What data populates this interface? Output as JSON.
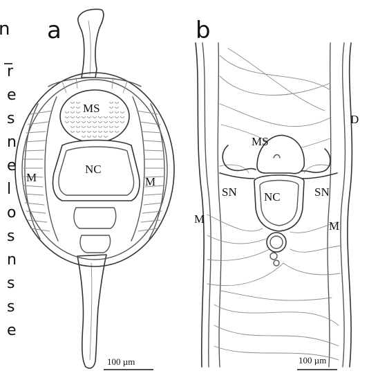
{
  "edge_fragment": {
    "top_char": "n",
    "right_col": [
      "r",
      "e",
      "s",
      "n",
      "e",
      "l",
      "o",
      "s",
      "n",
      "s",
      "s",
      "e"
    ]
  },
  "panel_a": {
    "letter": "a",
    "labels": {
      "ms": "MS",
      "nc": "NC",
      "m_left": "M",
      "m_right": "M"
    },
    "scale_bar": "100 µm"
  },
  "panel_b": {
    "letter": "b",
    "labels": {
      "ms": "MS",
      "nc": "NC",
      "sn_left": "SN",
      "sn_right": "SN",
      "m_left": "M",
      "m_right": "M",
      "d": "D"
    },
    "scale_bar": "100 µm"
  }
}
